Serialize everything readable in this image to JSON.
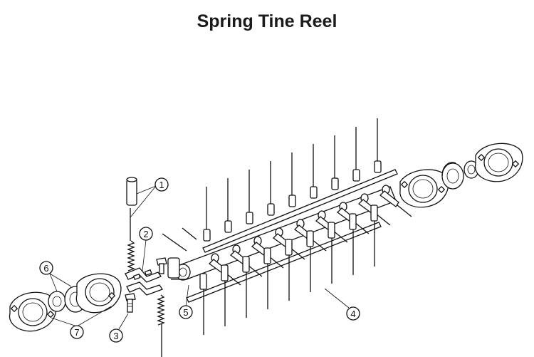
{
  "title": "Spring Tine Reel",
  "callouts": [
    {
      "id": "1",
      "label": "1"
    },
    {
      "id": "2",
      "label": "2"
    },
    {
      "id": "3",
      "label": "3"
    },
    {
      "id": "4",
      "label": "4"
    },
    {
      "id": "5",
      "label": "5"
    },
    {
      "id": "6",
      "label": "6"
    },
    {
      "id": "7",
      "label": "7"
    }
  ]
}
